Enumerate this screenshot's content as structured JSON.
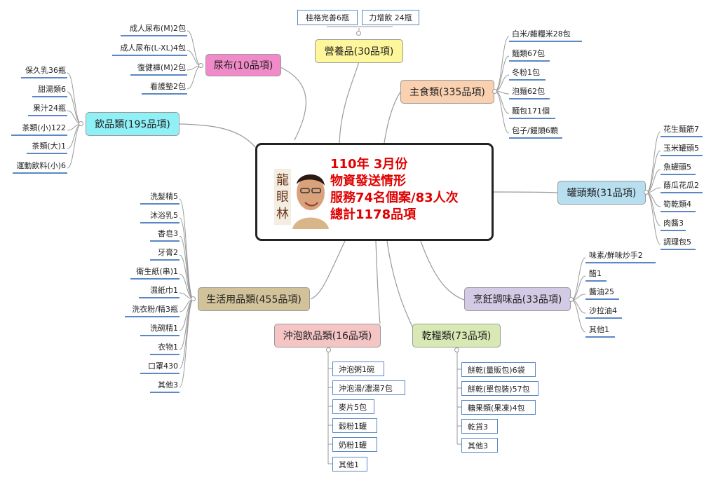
{
  "center": {
    "lines": [
      "110年 3月份",
      "物資發送情形",
      "服務74名個案/83人次",
      "總計1178品項"
    ],
    "logo_text": "龍眼林",
    "accent_color": "#e00000"
  },
  "categories": {
    "nutrition": {
      "label": "營養品(30品項)",
      "color": "#fdf69a",
      "items": [
        "桂格完善6瓶",
        "力增飲 24瓶"
      ]
    },
    "staple": {
      "label": "主食類(335品項)",
      "color": "#f9d0b0",
      "items": [
        "白米/雜糧米28包",
        "麵類67包",
        "冬粉1包",
        "泡麵62包",
        "麵包171個",
        "包子/饅頭6顆"
      ]
    },
    "canned": {
      "label": "罐頭類(31品項)",
      "color": "#b7dff0",
      "items": [
        "花生麵筋7",
        "玉米罐頭5",
        "魚罐頭5",
        "蔭瓜花瓜2",
        "筍乾類4",
        "肉醬3",
        "調理包5"
      ]
    },
    "seasoning": {
      "label": "烹飪調味品(33品項)",
      "color": "#d3cbe6",
      "items": [
        "味素/鮮味炒手2",
        "醋1",
        "醬油25",
        "沙拉油4",
        "其他1"
      ]
    },
    "dry": {
      "label": "乾糧類(73品項)",
      "color": "#d8e9b4",
      "items": [
        "餅乾(量販包)6袋",
        "餅乾(單包裝)57包",
        "糖果類(果凍)4包",
        "乾貨3",
        "其他3"
      ]
    },
    "brew": {
      "label": "沖泡飲品類(16品項)",
      "color": "#f5c4c4",
      "items": [
        "沖泡粥1碗",
        "沖泡湯/濃湯7包",
        "麥片5包",
        "穀粉1罐",
        "奶粉1罐",
        "其他1"
      ]
    },
    "daily": {
      "label": "生活用品類(455品項)",
      "color": "#d2c29a",
      "items": [
        "洗髮精5",
        "沐浴乳5",
        "香皂3",
        "牙膏2",
        "衛生紙(串)1",
        "濕紙巾1",
        "洗衣粉/精3瓶",
        "洗碗精1",
        "衣物1",
        "口罩430",
        "其他3"
      ]
    },
    "drinks": {
      "label": "飲品類(195品項)",
      "color": "#8ff0f6",
      "items": [
        "保久乳36瓶",
        "甜湯類6",
        "果汁24瓶",
        "茶類(小)122",
        "茶類(大)1",
        "運動飲料(小)6"
      ]
    },
    "diaper": {
      "label": "尿布(10品項)",
      "color": "#f08ac8",
      "items": [
        "成人尿布(M)2包",
        "成人尿布(L-XL)4包",
        "復健褲(M)2包",
        "看護墊2包"
      ]
    }
  }
}
